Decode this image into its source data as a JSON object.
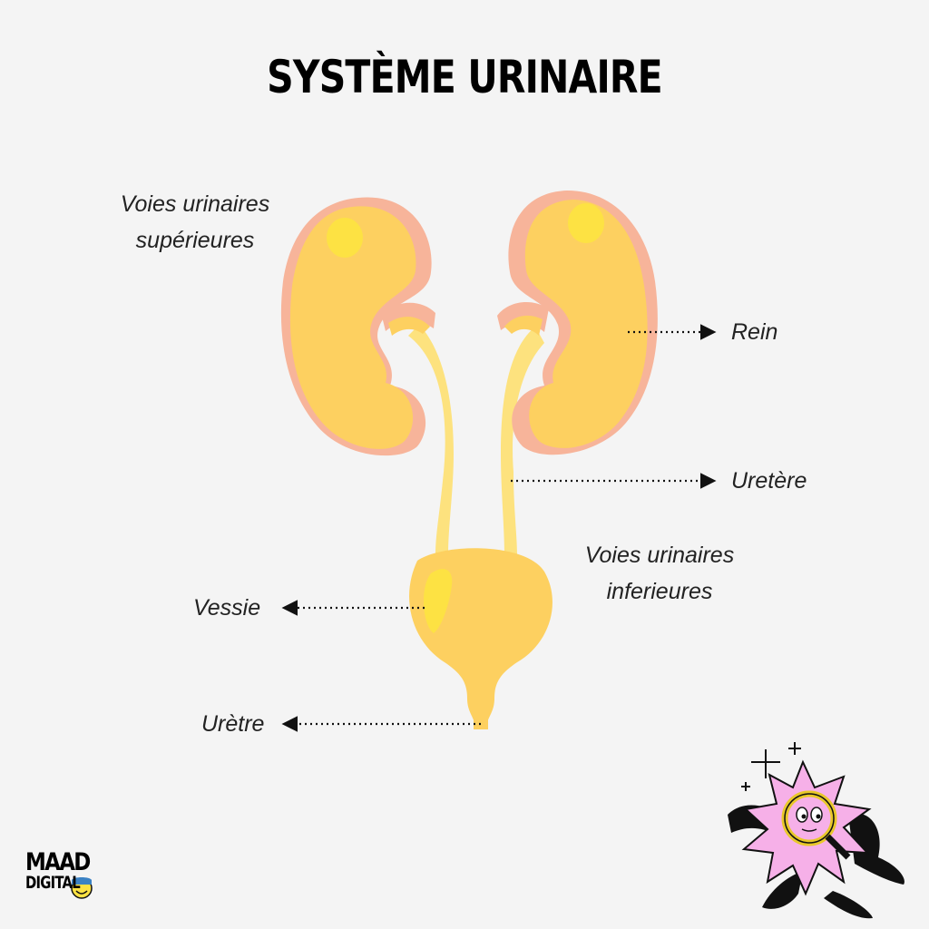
{
  "title": "SYSTÈME URINAIRE",
  "labels": {
    "upper_tract_line1": "Voies urinaires",
    "upper_tract_line2": "supérieures",
    "kidney": "Rein",
    "ureter": "Uretère",
    "lower_tract_line1": "Voies urinaires",
    "lower_tract_line2": "inferieures",
    "bladder": "Vessie",
    "urethra": "Urètre"
  },
  "logo": {
    "line1": "MAAD",
    "line2": "DIGITAL"
  },
  "colors": {
    "background": "#f4f4f4",
    "organ": "#fdd060",
    "organ_highlight": "#fde243",
    "kidney_outline": "#f7b49a",
    "ureter": "#fde27e",
    "mascot_body": "#f6b0e8",
    "mascot_ring": "#e8c82a",
    "mascot_limbs": "#000000"
  },
  "icons": [
    "arrow-right-icon",
    "arrow-left-icon",
    "mascot-illustration",
    "sparkle-icon"
  ]
}
